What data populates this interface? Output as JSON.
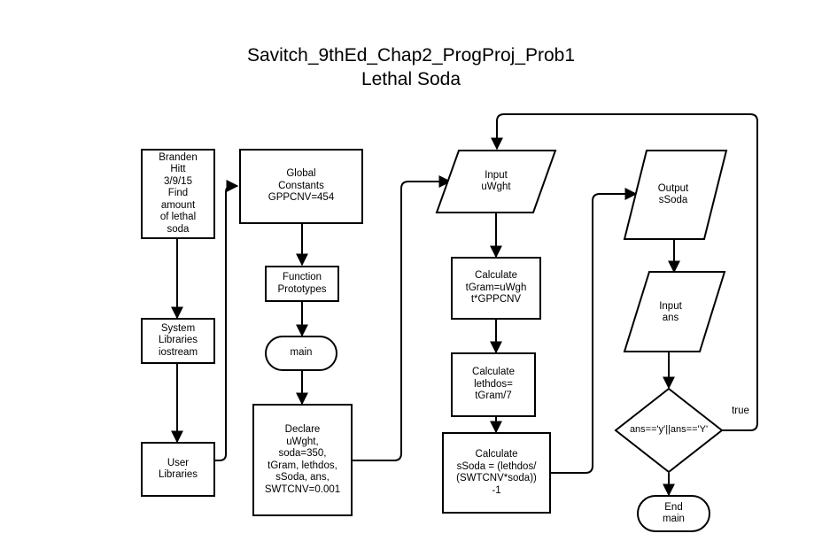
{
  "title": {
    "line1": "Savitch_9thEd_Chap2_ProgProj_Prob1",
    "line2": "Lethal Soda"
  },
  "nodes": {
    "header": "Branden\nHitt\n3/9/15\nFind\namount\nof lethal\nsoda",
    "system_libraries": "System\nLibraries\niostream",
    "user_libraries": "User\nLibraries",
    "global_constants": "Global\nConstants\nGPPCNV=454",
    "function_prototypes": "Function\nPrototypes",
    "main_start": "main",
    "declare": "Declare\nuWght,\nsoda=350,\ntGram, lethdos,\nsSoda, ans,\nSWTCNV=0.001",
    "input_weight": "Input\nuWght",
    "calc_tgram": "Calculate\ntGram=uWgh\nt*GPPCNV",
    "calc_lethdos": "Calculate\nlethdos=\ntGram/7",
    "calc_ssoda": "Calculate\nsSoda = (lethdos/\n(SWTCNV*soda))\n-1",
    "output_ssoda": "Output\nsSoda",
    "input_ans": "Input\nans",
    "decision": "ans=='y'||ans=='Y'",
    "end_main": "End\nmain"
  },
  "edges": {
    "true_label": "true"
  },
  "colors": {
    "stroke": "#000000",
    "background": "#ffffff"
  }
}
